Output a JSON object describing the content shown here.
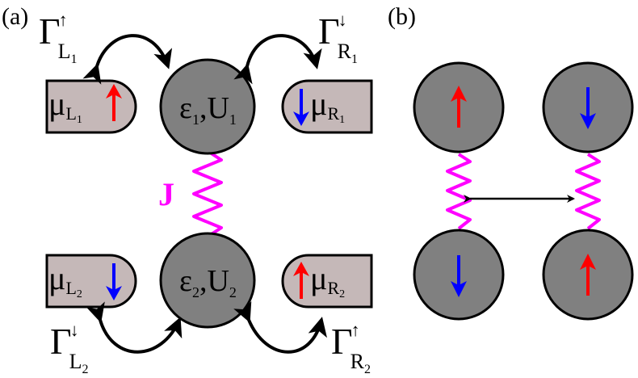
{
  "panels": {
    "a": "(a)",
    "b": "(b)"
  },
  "colors": {
    "dot_fill": "#808080",
    "lead_fill": "#c5b8b8",
    "spring": "#ff00ff",
    "spin_up": "#ff0000",
    "spin_down": "#0000ff",
    "outline": "#000000"
  },
  "panel_a": {
    "dot1": {
      "eps": "ε",
      "eps_sub": "1",
      "sep": ",",
      "U": "U",
      "U_sub": "1"
    },
    "dot2": {
      "eps": "ε",
      "eps_sub": "2",
      "sep": ",",
      "U": "U",
      "U_sub": "2"
    },
    "coupling": "J",
    "leads": {
      "L1": {
        "mu": "μ",
        "side": "L",
        "index": "1",
        "spin": "up"
      },
      "R1": {
        "mu": "μ",
        "side": "R",
        "index": "1",
        "spin": "down"
      },
      "L2": {
        "mu": "μ",
        "side": "L",
        "index": "2",
        "spin": "down"
      },
      "R2": {
        "mu": "μ",
        "side": "R",
        "index": "2",
        "spin": "up"
      }
    },
    "rates": {
      "L1": {
        "gamma": "Γ",
        "arrow": "↑",
        "side": "L",
        "index": "1"
      },
      "R1": {
        "gamma": "Γ",
        "arrow": "↓",
        "side": "R",
        "index": "1"
      },
      "L2": {
        "gamma": "Γ",
        "arrow": "↓",
        "side": "L",
        "index": "2"
      },
      "R2": {
        "gamma": "Γ",
        "arrow": "↑",
        "side": "R",
        "index": "2"
      }
    }
  },
  "panel_b": {
    "top_left_spin": "up",
    "top_right_spin": "down",
    "bottom_left_spin": "down",
    "bottom_right_spin": "up"
  }
}
